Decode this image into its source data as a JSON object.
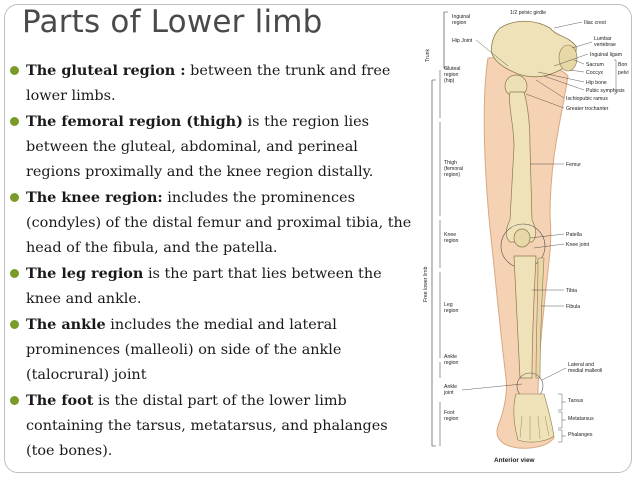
{
  "slide": {
    "title": "Parts of Lower limb",
    "bullets": [
      {
        "term": "The gluteal region :",
        "text": " between the trunk and free lower limbs."
      },
      {
        "term": "The femoral region (thigh)",
        "text": " is the region lies between the gluteal, abdominal, and perineal regions proximally and the knee region distally."
      },
      {
        "term": "The knee region:",
        "text": " includes the prominences (condyles) of the distal femur and proximal tibia, the head of the fibula, and the patella."
      },
      {
        "term": "The leg region",
        "text": " is the part that lies between the knee and ankle."
      },
      {
        "term": "The ankle",
        "text": " includes the medial and lateral prominences (malleoli) on side of the ankle (talocrural) joint"
      },
      {
        "term": "The foot",
        "text": " is the distal part of the lower limb containing the tarsus, metatarsus, and phalanges (toe bones)."
      }
    ],
    "bullet_color": "#7a9a2a"
  },
  "figure": {
    "caption": "Anterior view",
    "left_labels": {
      "inguinal_region": [
        "Inguinal",
        "region"
      ],
      "hip_joint": "Hip Joint",
      "trunk": "Trunk",
      "gluteal_region": [
        "Gluteal",
        "region",
        "(hip)"
      ],
      "thigh_region": [
        "Thigh",
        "(femoral",
        "region)"
      ],
      "knee_region": [
        "Knee",
        "region"
      ],
      "free_lower_limb": "Free lower limb",
      "leg_region": [
        "Leg",
        "region"
      ],
      "ankle_region": [
        "Ankle",
        "region"
      ],
      "ankle_joint": [
        "Ankle",
        "joint"
      ],
      "foot_region": [
        "Foot",
        "region"
      ]
    },
    "right_labels": {
      "pelvic_girdle": "1/2 pelvic girdle",
      "iliac_crest": "Iliac crest",
      "lumbar_vertebrae": [
        "Lumbar",
        "vertebrae"
      ],
      "inguinal_ligament": "Inguinal ligam",
      "sacrum": "Sacrum",
      "coccyx": "Coccyx",
      "bony_pelvis": [
        "Bon",
        "pelvi"
      ],
      "hip_bone": "Hip bone",
      "pubic_symphysis": "Pubic symphysis",
      "ischiopubic_ramus": "Ischiopubic ramus",
      "greater_trochanter": "Greater trochanter",
      "femur": "Femur",
      "patella": "Patella",
      "knee_joint": "Knee joint",
      "tibia": "Tibia",
      "fibula": "Fibula",
      "malleoli": [
        "Lateral and",
        "medial malleoli"
      ],
      "tarsus": "Tarsus",
      "metatarsus": "Metatarsus",
      "phalanges": "Phalanges"
    }
  }
}
